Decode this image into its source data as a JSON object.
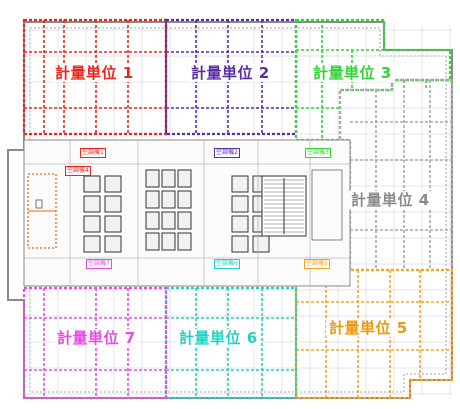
{
  "zones": [
    {
      "id": "z1",
      "label": "計量単位 1",
      "color": "#e8261f"
    },
    {
      "id": "z2",
      "label": "計量単位 2",
      "color": "#5a2ea6"
    },
    {
      "id": "z3",
      "label": "計量単位 3",
      "color": "#33d433"
    },
    {
      "id": "z4",
      "label": "計量単位 4",
      "color": "#a9a9a9"
    },
    {
      "id": "z5",
      "label": "計量単位 5",
      "color": "#f3a51e"
    },
    {
      "id": "z6",
      "label": "計量単位 6",
      "color": "#22d1c4"
    },
    {
      "id": "z7",
      "label": "計量単位 7",
      "color": "#e64ee0"
    }
  ],
  "tags": [
    {
      "id": "t1",
      "label": "空調機1",
      "color": "#e8261f"
    },
    {
      "id": "t2",
      "label": "空調機2",
      "color": "#5a2ea6"
    },
    {
      "id": "t3",
      "label": "空調機3",
      "color": "#33d433"
    },
    {
      "id": "t4",
      "label": "空調機4",
      "color": "#e8261f"
    },
    {
      "id": "t7",
      "label": "空調機7",
      "color": "#e64ee0"
    },
    {
      "id": "t6",
      "label": "空調機6",
      "color": "#22d1c4"
    },
    {
      "id": "t5",
      "label": "空調機5",
      "color": "#f3a51e"
    }
  ],
  "colors": {
    "wall": "#8a8a8a",
    "grid": "#c8c8c8",
    "core": "#333333",
    "room": "#e36c09"
  }
}
